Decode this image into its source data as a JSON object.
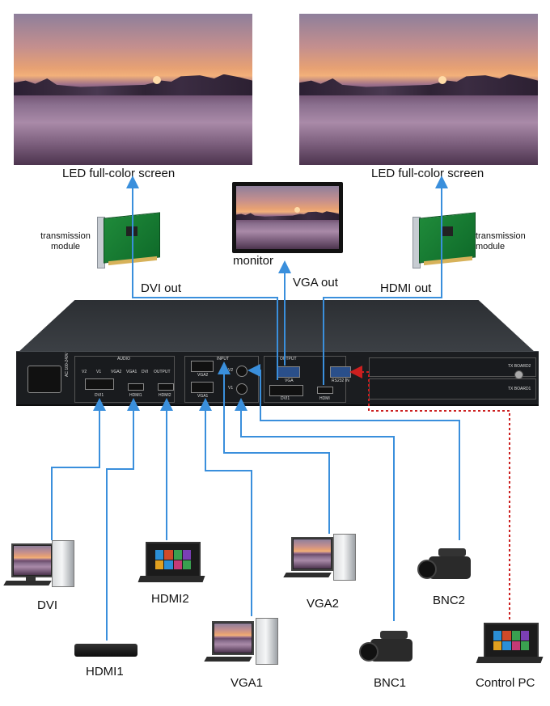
{
  "labels": {
    "led_left": "LED full-color screen",
    "led_right": "LED full-color screen",
    "monitor": "monitor",
    "tm_left": "transmission module",
    "tm_right": "transmission module",
    "dvi_out": "DVI out",
    "vga_out": "VGA out",
    "hdmi_out": "HDMI out",
    "dvi": "DVI",
    "hdmi1": "HDMI1",
    "hdmi2": "HDMI2",
    "vga1": "VGA1",
    "vga2": "VGA2",
    "bnc1": "BNC1",
    "bnc2": "BNC2",
    "control_pc": "Control PC"
  },
  "device_panel": {
    "audio": "AUDIO",
    "input": "INPUT",
    "output": "OUTPUT",
    "audio_ports": [
      "V2",
      "V1",
      "VGA2",
      "VGA1",
      "DVI",
      "OUTPUT"
    ],
    "in_dvi": "DVI1",
    "in_hdmi1": "HDMI1",
    "in_hdmi2": "HDMI2",
    "in_vga2": "VGA2",
    "in_vga1": "VGA1",
    "bnc_v2": "V2",
    "bnc_v1": "V1",
    "out_vga": "VGA",
    "out_dvi": "DVI1",
    "out_hdmi": "HDMI",
    "rs232": "RS232 IN",
    "tx_board2": "TX BOARD2",
    "tx_board1": "TX BOARD1",
    "voltage": "AC 100-240V"
  },
  "colors": {
    "connection_line": "#3a8fdc",
    "control_line": "#cc1f1f"
  }
}
